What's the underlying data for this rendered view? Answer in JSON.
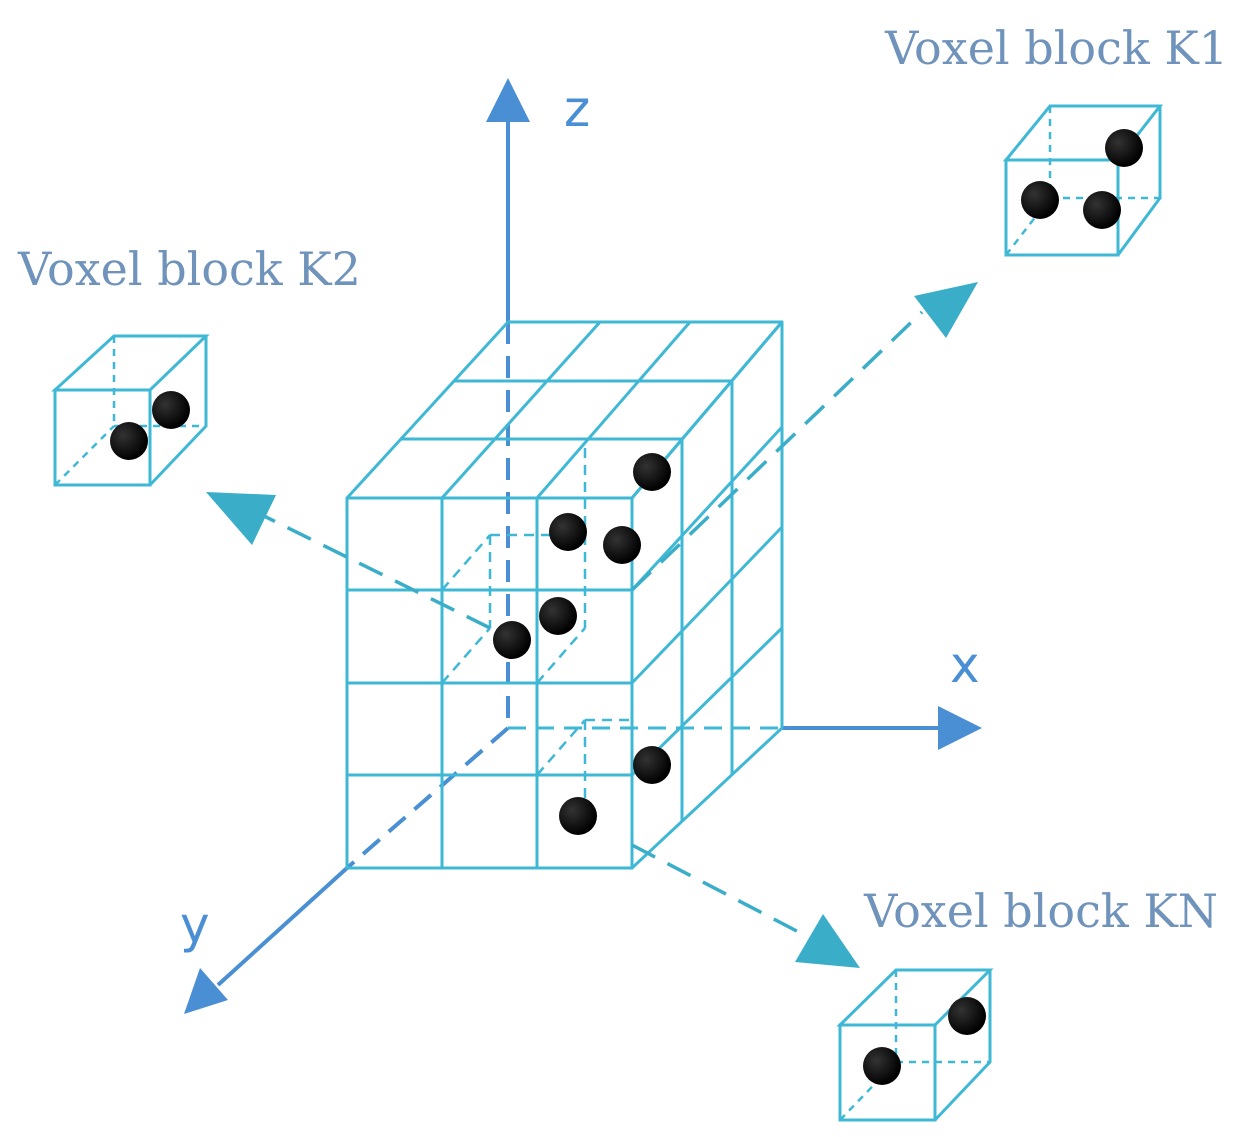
{
  "axes": {
    "x": "x",
    "y": "y",
    "z": "z"
  },
  "blocks": [
    {
      "id": "k1",
      "label": "Voxel block K1"
    },
    {
      "id": "k2",
      "label": "Voxel block K2"
    },
    {
      "id": "kn",
      "label": "Voxel block KN"
    }
  ],
  "colors": {
    "grid": "#3fb8d6",
    "axis": "#4a8fd4",
    "arrow": "#3aaec8",
    "label": "#6f93bb",
    "point": "#000000"
  }
}
